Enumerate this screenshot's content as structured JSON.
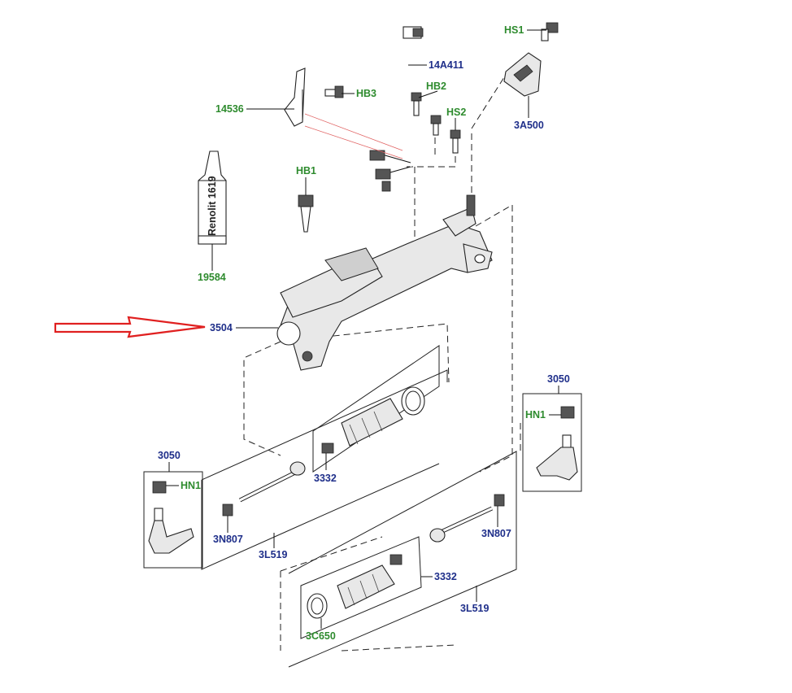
{
  "labels": {
    "hs1": "HS1",
    "a14411": "14A411",
    "hb2": "HB2",
    "hb3": "HB3",
    "p14536": "14536",
    "hs2": "HS2",
    "a3500": "3A500",
    "hb1": "HB1",
    "tube_text": "Renolit 1619",
    "p19584": "19584",
    "p3504": "3504",
    "p3050_right": "3050",
    "hn1_right": "HN1",
    "p3050_left": "3050",
    "hn1_left": "HN1",
    "p3332_upper": "3332",
    "n807_left": "3N807",
    "l519_left": "3L519",
    "n807_right": "3N807",
    "p3332_lower": "3332",
    "l519_right": "3L519",
    "c650": "3C650"
  },
  "colors": {
    "part_number": "#1f2f8a",
    "fastener_code": "#2e8b2e",
    "arrow": "#e02020",
    "leader": "#e06060"
  },
  "icons": {
    "pointer": "red-outline-arrow"
  }
}
